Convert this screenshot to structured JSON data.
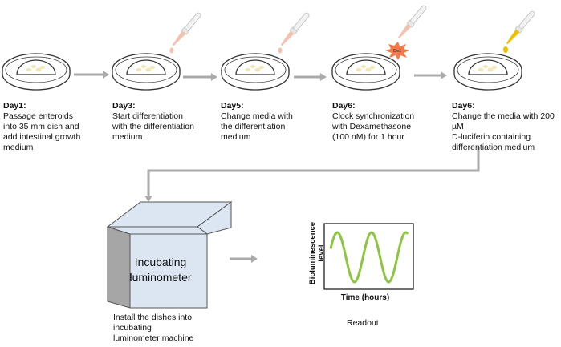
{
  "steps": [
    {
      "day": "Day1:",
      "text": "Passage enteroids\ninto 35 mm dish and\nadd intestinal growth\nmedium"
    },
    {
      "day": "Day3:",
      "text": "Start differentiation\nwith the differentiation\nmedium"
    },
    {
      "day": "Day5:",
      "text": "Change media with\nthe differentiation\nmedium"
    },
    {
      "day": "Day6:",
      "text": "Clock synchronization\nwith Dexamethasone\n(100 nM) for 1 hour"
    },
    {
      "day": "Day6:",
      "text": "Change the media with 200 µM\nD-luciferin containing\ndifferentiation medium"
    }
  ],
  "dex_label": "Dex",
  "luminometer_label": "Incubating\nluminometer",
  "install_caption": "Install the dishes into\nincubating\nluminometer machine",
  "readout_caption": "Readout",
  "plot": {
    "ylabel": "Bioluminescence\nlevel",
    "xlabel": "Time (hours)"
  },
  "colors": {
    "arrow": "#aaaaaa",
    "dropper_pink": "#f3c2ae",
    "dropper_yellow": "#f0c000",
    "dish_cells": "#f2e6b2",
    "dex_burst": "#f07a4c",
    "box_front": "#dce6f2",
    "box_side": "#a6a6a6",
    "curve": "#8cc63f"
  }
}
